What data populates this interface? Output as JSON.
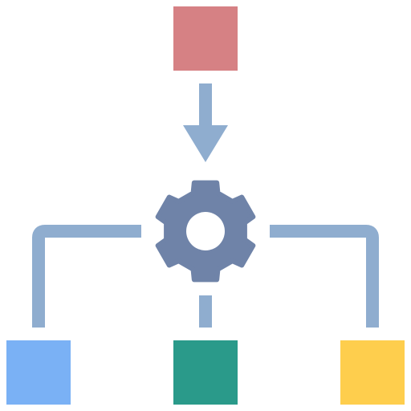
{
  "diagram": {
    "type": "flow-distribution",
    "colors": {
      "background": "#ffffff",
      "connector": "#8FADCF",
      "gear": "#6F83A8",
      "gear_hole": "#ffffff",
      "input_box": "#D68184",
      "output_left": "#7AB1F5",
      "output_center": "#2A9A8A",
      "output_right": "#FECE4D"
    },
    "nodes": [
      {
        "id": "input",
        "kind": "source-box",
        "color_key": "input_box"
      },
      {
        "id": "processor",
        "kind": "gear",
        "icon": "gear-icon",
        "color_key": "gear"
      },
      {
        "id": "output-left",
        "kind": "target-box",
        "color_key": "output_left"
      },
      {
        "id": "output-center",
        "kind": "target-box",
        "color_key": "output_center"
      },
      {
        "id": "output-right",
        "kind": "target-box",
        "color_key": "output_right"
      }
    ],
    "edges": [
      {
        "from": "input",
        "to": "processor",
        "style": "arrow"
      },
      {
        "from": "processor",
        "to": "output-left",
        "style": "elbow-line"
      },
      {
        "from": "processor",
        "to": "output-center",
        "style": "line"
      },
      {
        "from": "processor",
        "to": "output-right",
        "style": "elbow-line"
      }
    ]
  }
}
